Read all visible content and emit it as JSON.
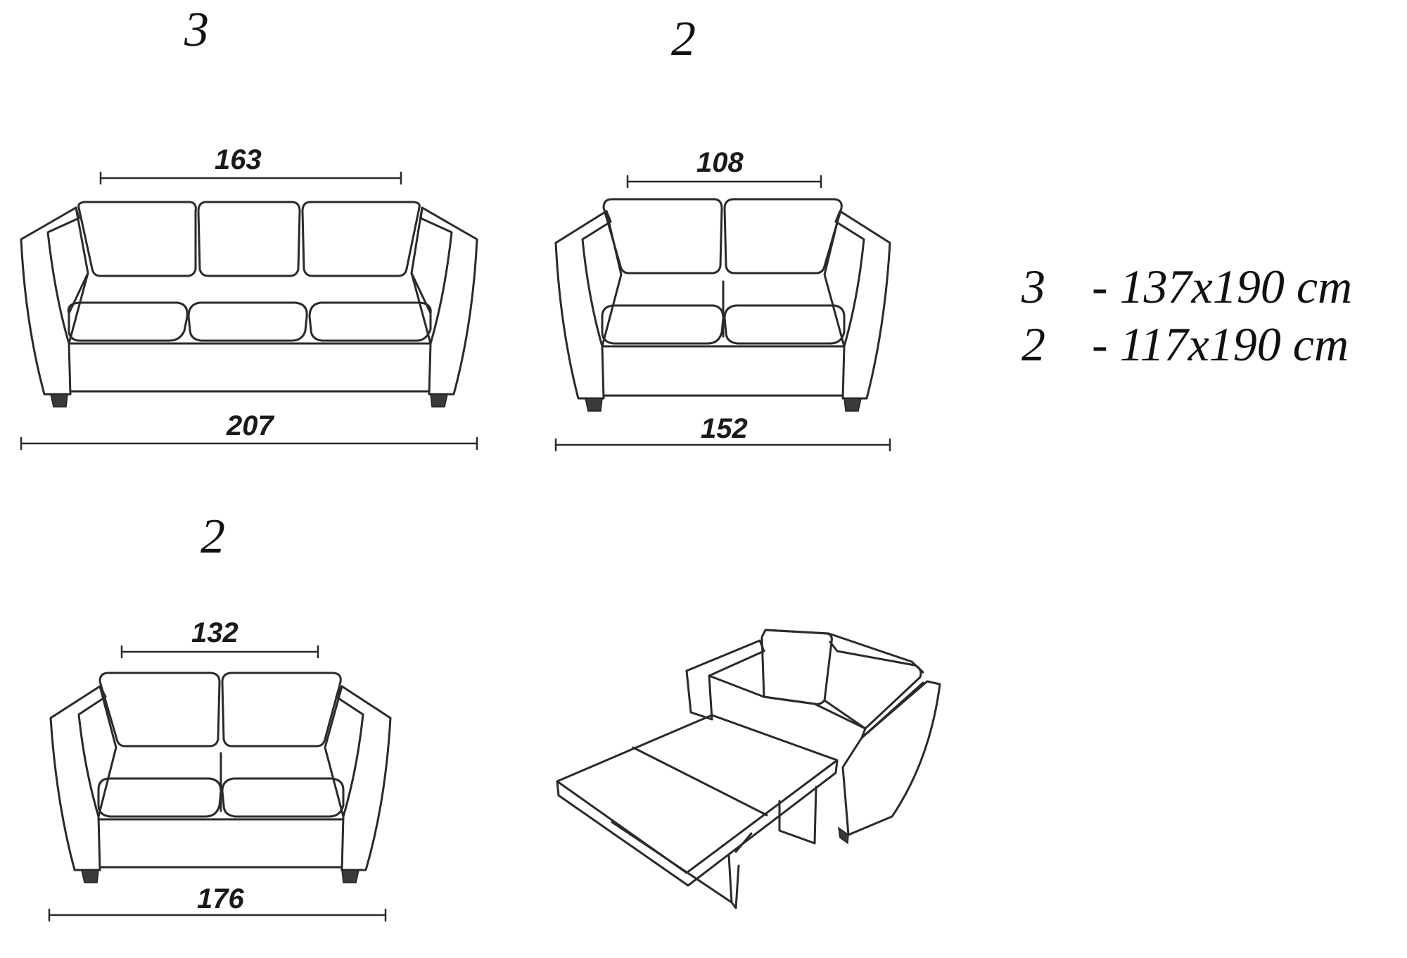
{
  "labels": {
    "sofa_3": "3",
    "sofa_2": "2",
    "sofa_2b": "2"
  },
  "dimensions": {
    "sofa_3_seat": "163",
    "sofa_3_total": "207",
    "sofa_2_seat": "108",
    "sofa_2_total": "152",
    "sofa_2b_seat": "132",
    "sofa_2b_total": "176"
  },
  "bed_sizes": [
    {
      "mark": "3",
      "size": "- 137x190 cm"
    },
    {
      "mark": "2",
      "size": "- 117x190 cm"
    }
  ]
}
